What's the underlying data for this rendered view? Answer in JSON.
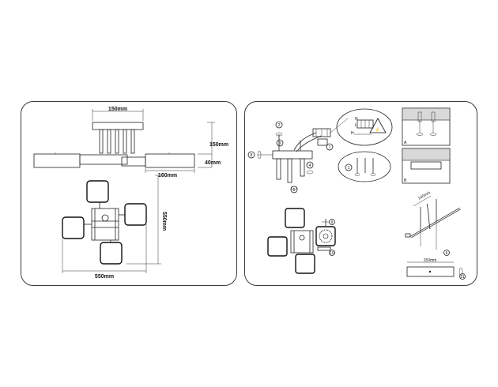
{
  "left_panel": {
    "dims": {
      "top_width": "150mm",
      "height": "150mm",
      "arm_thickness": "40mm",
      "arm_length": "160mm",
      "plan_height": "550mm",
      "plan_width": "550mm"
    }
  },
  "right_panel": {
    "steps": [
      "1",
      "2",
      "3",
      "4",
      "5",
      "6",
      "7",
      "8",
      "9",
      "10",
      "11"
    ],
    "inset_labels": {
      "a": "A",
      "b": "B"
    },
    "dims": {
      "rail_spacing": "140mm",
      "plate_width": "150mm"
    },
    "wire_labels": {
      "n": "N",
      "l": "L",
      "h": "H"
    }
  },
  "colors": {
    "line": "#222222",
    "panel_border": "#3a3a3a",
    "inset_fill": "#d9d9d9"
  }
}
